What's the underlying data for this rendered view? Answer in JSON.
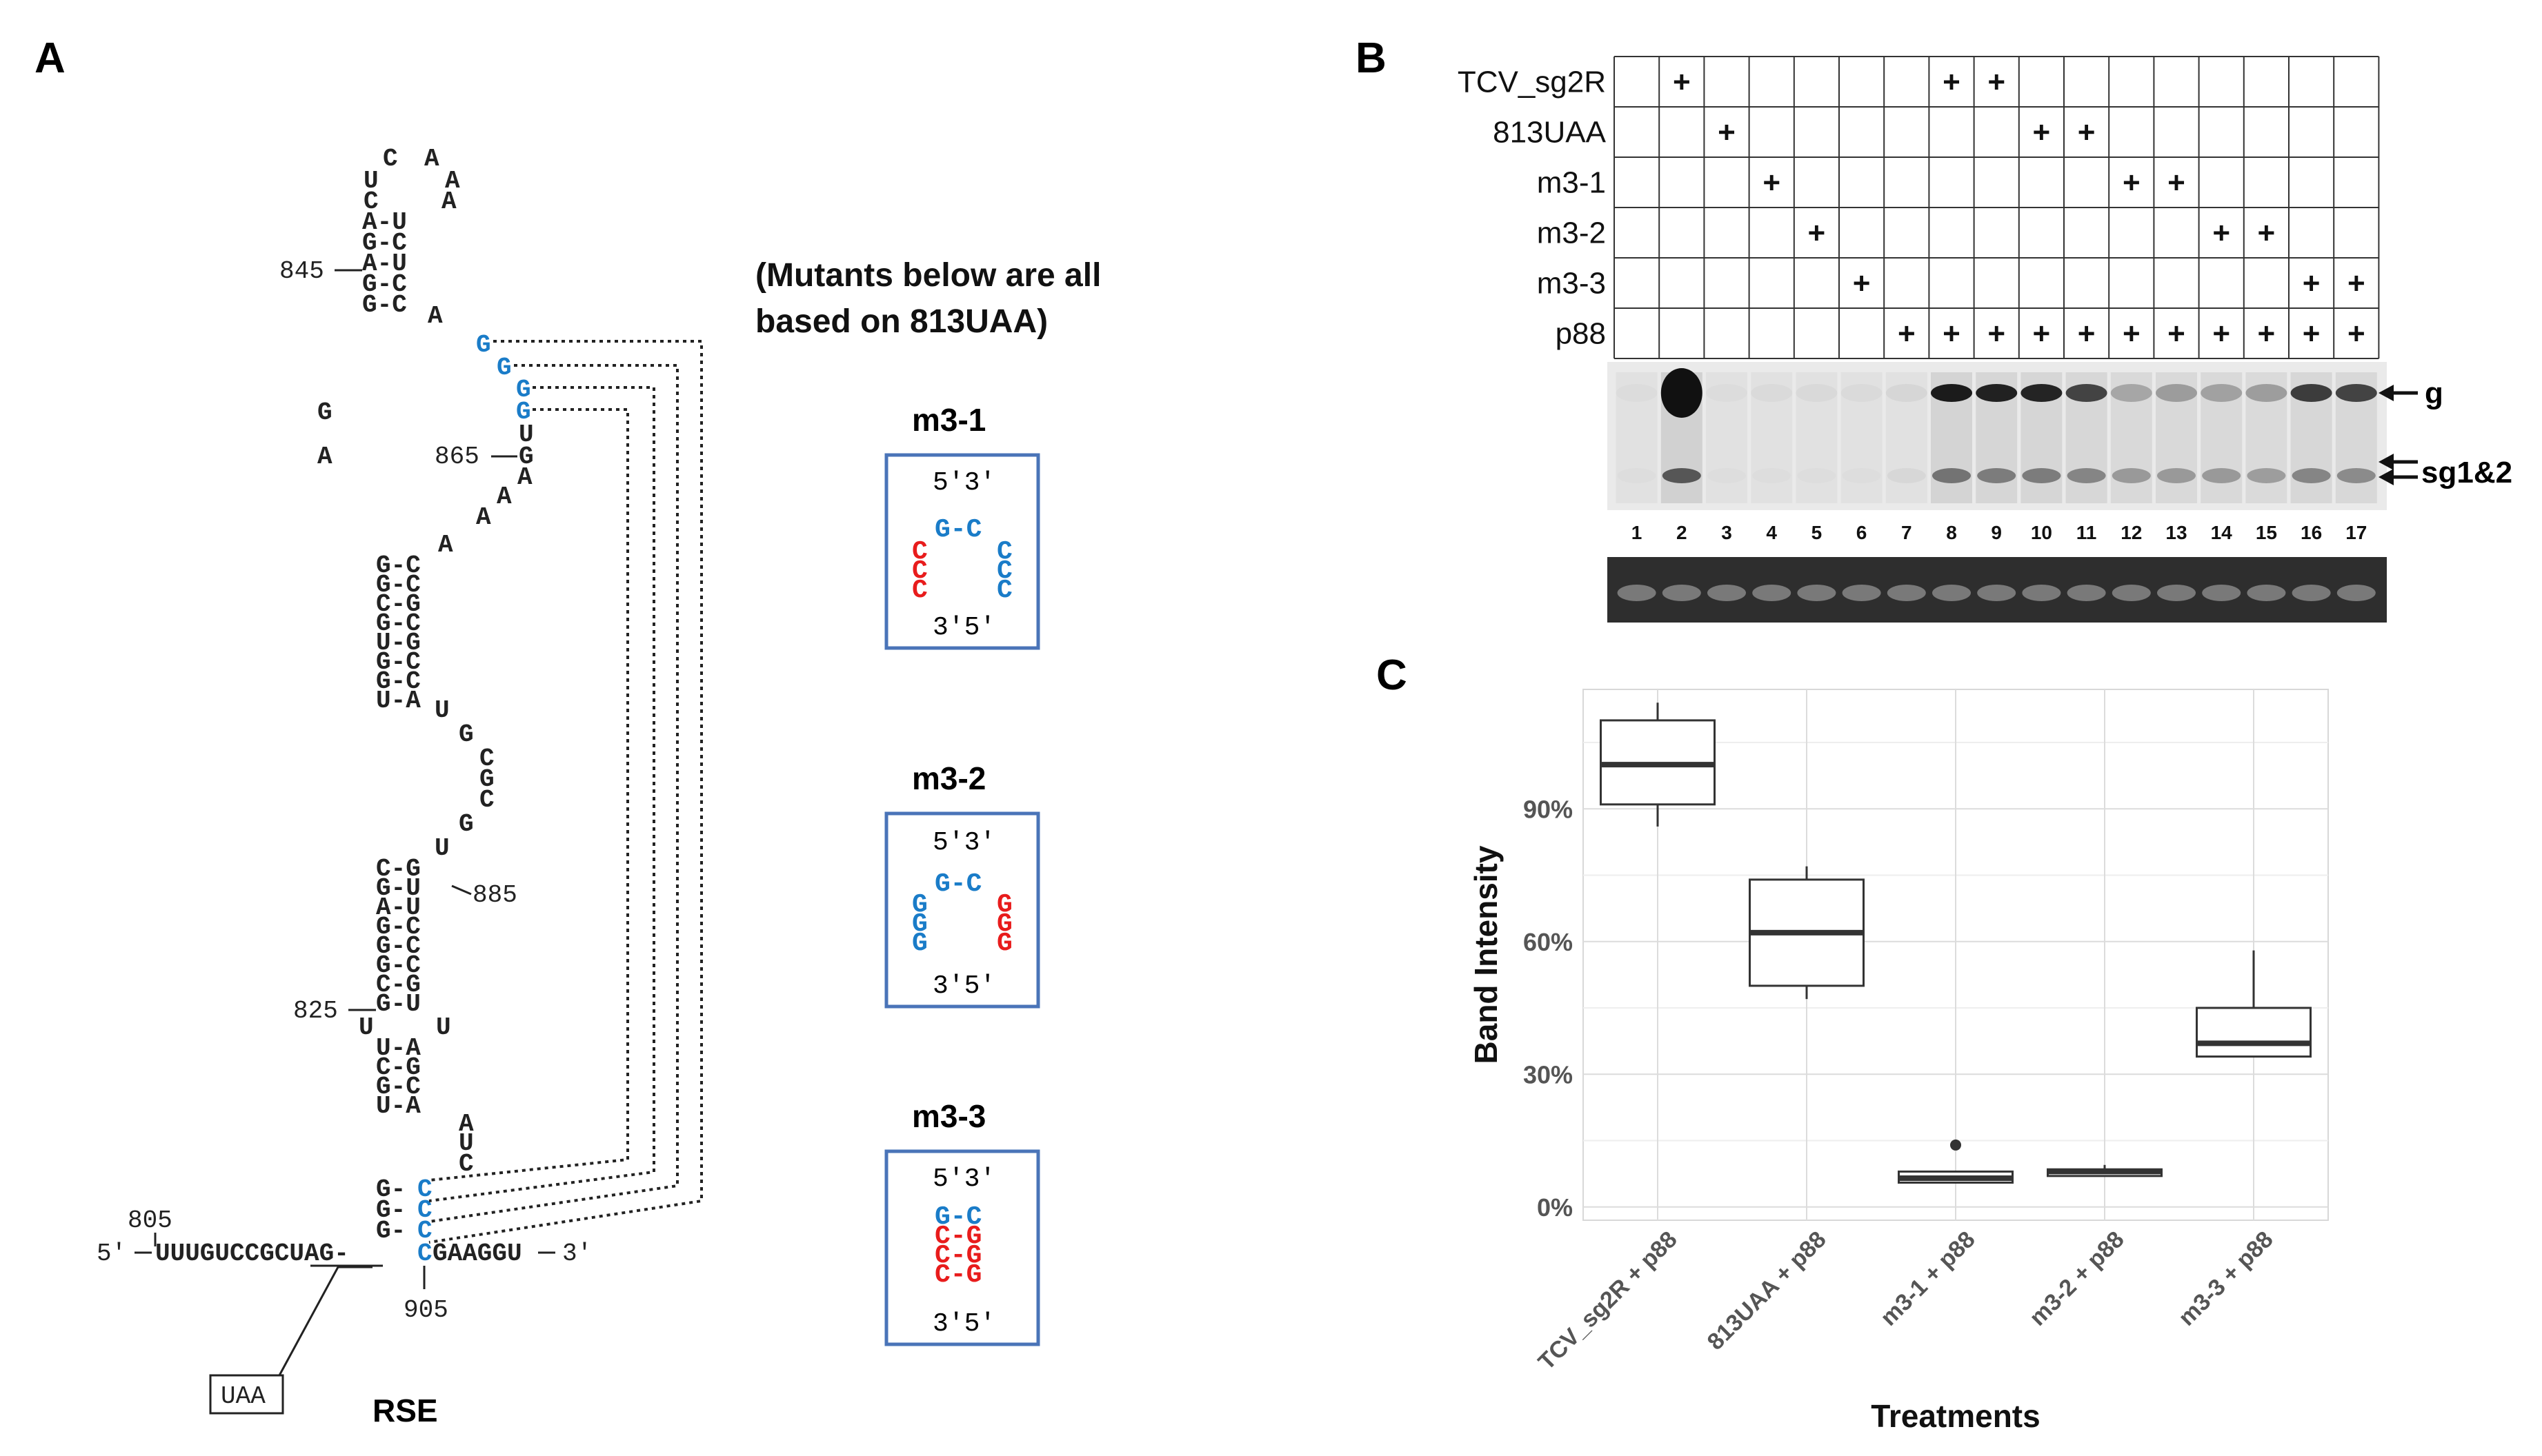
{
  "panels": {
    "a": "A",
    "b": "B",
    "c": "C"
  },
  "panel_a": {
    "mutant_note": [
      "(Mutants below are all",
      "based on 813UAA)"
    ],
    "labels": {
      "n845": "845",
      "n865": "865",
      "n885": "885",
      "n825": "825",
      "n805": "805",
      "n905": "905",
      "rse": "RSE",
      "uaa": "UAA",
      "five": "5′",
      "three": "3′"
    },
    "mutants": [
      {
        "name": "m3-1",
        "top": "5′3′",
        "bottom": "3′5′"
      },
      {
        "name": "m3-2",
        "top": "5′3′",
        "bottom": "3′5′"
      },
      {
        "name": "m3-3",
        "top": "5′3′",
        "bottom": "3′5′"
      }
    ],
    "colors": {
      "blue": "#1a7cc8",
      "red": "#e81c1c",
      "box": "#4a74b8"
    }
  },
  "panel_b": {
    "rows": [
      {
        "label": "TCV_sg2R",
        "lanes": [
          2,
          8,
          9
        ]
      },
      {
        "label": "813UAA",
        "lanes": [
          3,
          10,
          11
        ]
      },
      {
        "label": "m3-1",
        "lanes": [
          4,
          12,
          13
        ]
      },
      {
        "label": "m3-2",
        "lanes": [
          5,
          14,
          15
        ]
      },
      {
        "label": "m3-3",
        "lanes": [
          6,
          16,
          17
        ]
      },
      {
        "label": "p88",
        "lanes": [
          7,
          8,
          9,
          10,
          11,
          12,
          13,
          14,
          15,
          16,
          17
        ]
      }
    ],
    "lane_numbers": [
      "1",
      "2",
      "3",
      "4",
      "5",
      "6",
      "7",
      "8",
      "9",
      "10",
      "11",
      "12",
      "13",
      "14",
      "15",
      "16",
      "17"
    ],
    "band_g": "g",
    "band_sg": "sg1&2"
  },
  "chart_data": {
    "type": "box",
    "ylabel": "Band Intensity",
    "xlabel": "Treatments",
    "categories": [
      "TCV_sg2R + p88",
      "813UAA + p88",
      "m3-1 + p88",
      "m3-2 + p88",
      "m3-3 + p88"
    ],
    "yticks": [
      "0%",
      "30%",
      "60%",
      "90%"
    ],
    "ylim": [
      -0.03,
      1.17
    ],
    "boxes": [
      {
        "min": 0.86,
        "q1": 0.91,
        "median": 1.0,
        "q3": 1.1,
        "max": 1.14,
        "outliers": []
      },
      {
        "min": 0.47,
        "q1": 0.5,
        "median": 0.62,
        "q3": 0.74,
        "max": 0.77,
        "outliers": []
      },
      {
        "min": 0.06,
        "q1": 0.055,
        "median": 0.065,
        "q3": 0.08,
        "max": 0.08,
        "outliers": [
          0.14
        ]
      },
      {
        "min": 0.07,
        "q1": 0.07,
        "median": 0.08,
        "q3": 0.085,
        "max": 0.095,
        "outliers": []
      },
      {
        "min": 0.34,
        "q1": 0.34,
        "median": 0.37,
        "q3": 0.45,
        "max": 0.58,
        "outliers": []
      }
    ],
    "grid": true
  }
}
